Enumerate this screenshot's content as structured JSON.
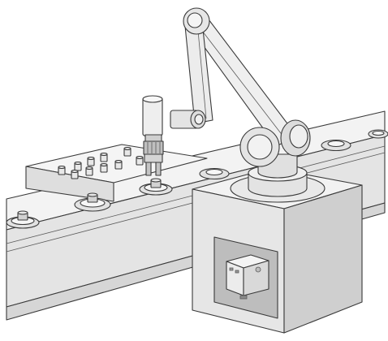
{
  "scene": {
    "background": "#ffffff",
    "colors": {
      "outline": "#3a3a3a",
      "surface_light": "#f1f1f1",
      "surface_mid": "#dcdcdc",
      "surface_dark": "#c6c6c6",
      "pad": "#e2e2e2",
      "controller_recess": "#bdbdbd"
    },
    "robot": {
      "segments": [
        "base-pedestal",
        "turntable",
        "shoulder-joint",
        "upper-arm",
        "elbow-joint",
        "forearm",
        "wrist-joint",
        "vertical-tool-tube",
        "end-effector-gripper"
      ]
    },
    "workpieces_on_tray": 10,
    "conveyor_pucks": 6,
    "controller": {
      "label": "",
      "status_lights": 2
    }
  }
}
